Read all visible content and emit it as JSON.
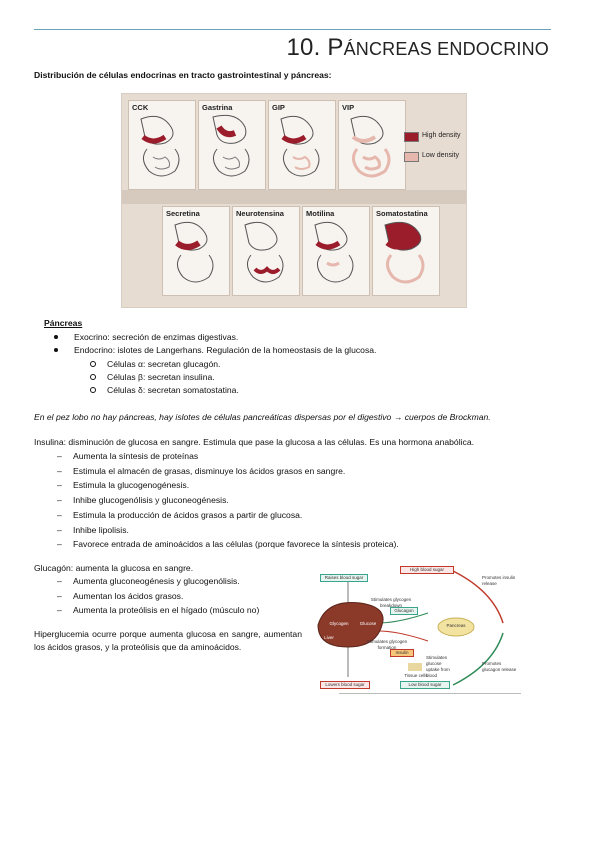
{
  "title": {
    "number": "10. ",
    "p_first": "P",
    "rest": "ÁNCREAS ENDOCRINO"
  },
  "intro": "Distribución de células endocrinas en tracto gastrointestinal y páncreas:",
  "figure1": {
    "panels": [
      "CCK",
      "Gastrina",
      "GIP",
      "VIP",
      "Secretina",
      "Neurotensina",
      "Motilina",
      "Somatostatina"
    ],
    "legend": {
      "high": "High density",
      "low": "Low density"
    },
    "colors": {
      "high": "#9b1c2a",
      "low": "#e6b8ad"
    }
  },
  "pancreas": {
    "heading": "Páncreas",
    "items": [
      "Exocrino: secreción de enzimas digestivas.",
      "Endocrino: islotes de Langerhans. Regulación de la homeostasis de la glucosa."
    ],
    "cells": [
      "Células α: secretan glucagón.",
      "Células β: secretan insulina.",
      "Células δ: secretan somatostatina."
    ]
  },
  "lobo_note": "En el pez lobo no hay páncreas, hay islotes de células pancreáticas dispersas por el digestivo → cuerpos de Brockman.",
  "insulina": {
    "label": "Insulina",
    "desc": ": disminución de glucosa en sangre. Estimula que pase la glucosa a las células. Es una hormona anabólica.",
    "items": [
      "Aumenta la síntesis de proteínas",
      "Estimula el almacén de grasas, disminuye los ácidos grasos en sangre.",
      "Estimula la glucogenogénesis.",
      "Inhibe glucogenólisis y gluconeogénesis.",
      "Estimula la producción de ácidos grasos a partir de glucosa.",
      "Inhibe lipolisis.",
      "Favorece entrada de aminoácidos a las células (porque favorece la síntesis proteica)."
    ]
  },
  "glucagon": {
    "label": "Glucagón",
    "desc": ": aumenta la glucosa en sangre.",
    "items": [
      "Aumenta gluconeogénesis y glucogenólisis.",
      "Aumentan los ácidos grasos.",
      "Aumenta la proteólisis en el hígado (músculo no)"
    ]
  },
  "hyperglucemia": "Hiperglucemia ocurre porque aumenta glucosa en sangre, aumentan los ácidos grasos, y la proteólisis que da aminoácidos.",
  "figure2": {
    "high_blood_sugar": "High blood sugar",
    "promotes_insulin": "Promotes insulin release",
    "raises_blood_sugar": "Raises blood sugar",
    "stimulates_glycogen_breakdown": "Stimulates glycogen breakdown",
    "glucagon": "Glucagon",
    "pancreas": "Pancreas",
    "glycogen": "Glycogen",
    "glucose": "Glucose",
    "liver": "Liver",
    "stimulates_glycogen_formation": "Stimulates glycogen formation",
    "insulin": "Insulin",
    "stimulates_uptake": "Stimulates glucose uptake from blood",
    "tissue_cells": "Tissue cells",
    "lowers_blood_sugar": "Lowers blood sugar",
    "promotes_glucagon": "Promotes glucagon release",
    "low_blood_sugar": "Low blood sugar"
  }
}
